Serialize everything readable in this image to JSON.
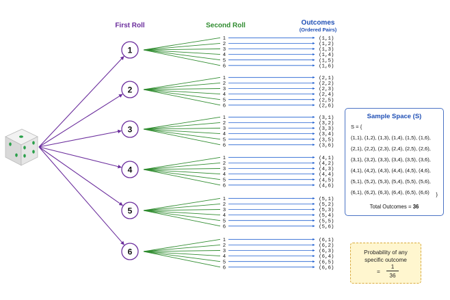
{
  "headers": {
    "first_roll": "First Roll",
    "second_roll": "Second Roll",
    "outcomes": "Outcomes",
    "outcomes_sub": "(Ordered Pairs)"
  },
  "first_roll_values": [
    "1",
    "2",
    "3",
    "4",
    "5",
    "6"
  ],
  "second_roll_values": [
    "1",
    "2",
    "3",
    "4",
    "5",
    "6"
  ],
  "outcome_groups": [
    [
      "(1,1)",
      "(1,2)",
      "(1,3)",
      "(1,4)",
      "(1,5)",
      "(1,6)"
    ],
    [
      "(2,1)",
      "(2,2)",
      "(2,3)",
      "(2,4)",
      "(2,5)",
      "(2,6)"
    ],
    [
      "(3,1)",
      "(3,2)",
      "(3,3)",
      "(3,4)",
      "(3,5)",
      "(3,6)"
    ],
    [
      "(4,1)",
      "(4,2)",
      "(4,3)",
      "(4,4)",
      "(4,5)",
      "(4,6)"
    ],
    [
      "(5,1)",
      "(5,2)",
      "(5,3)",
      "(5,4)",
      "(5,5)",
      "(5,6)"
    ],
    [
      "(6,1)",
      "(6,2)",
      "(6,3)",
      "(6,4)",
      "(6,5)",
      "(6,6)"
    ]
  ],
  "sample_space": {
    "title": "Sample Space (S)",
    "open": "S = {",
    "rows": [
      "(1,1), (1,2), (1,3), (1,4), (1,5), (1,6),",
      "(2,1), (2,2), (2,3), (2,4), (2,5), (2,6),",
      "(3,1), (3,2), (3,3), (3,4), (3,5), (3,6),",
      "(4,1), (4,2), (4,3), (4,4), (4,5), (4,6),",
      "(5,1), (5,2), (5,3), (5,4), (5,5), (5,6),",
      "(6,1), (6,2), (6,3), (6,4), (6,5), (6,6)"
    ],
    "close": "}",
    "total_label": "Total Outcomes = ",
    "total_value": "36"
  },
  "probability": {
    "line1": "Probability of any",
    "line2": "specific outcome",
    "equals": "=",
    "numerator": "1",
    "denominator": "36"
  },
  "colors": {
    "purple": "#6a2c9c",
    "green": "#2e8b2e",
    "blue": "#1f5fd0",
    "die_pip": "#2aa04a"
  },
  "icons": {
    "die": "die-icon"
  }
}
